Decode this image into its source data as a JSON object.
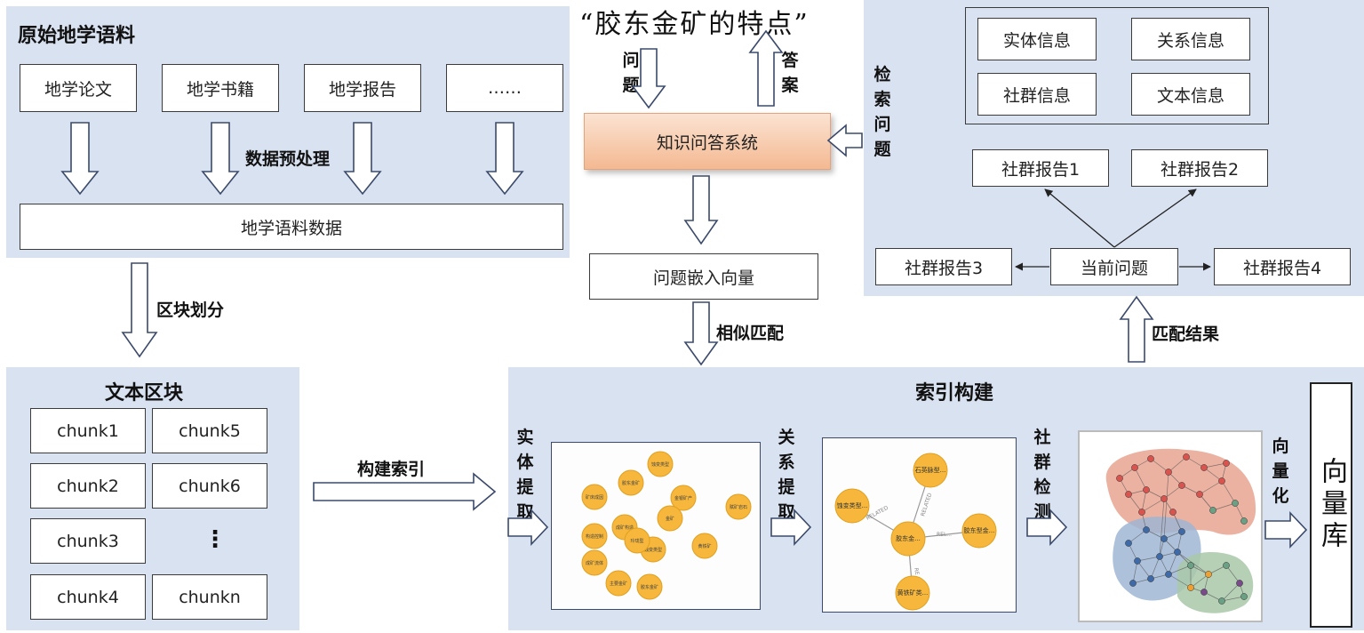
{
  "corpus": {
    "title": "原始地学语料",
    "sources": [
      "地学论文",
      "地学书籍",
      "地学报告",
      "……"
    ],
    "preprocess_label": "数据预处理",
    "data_label": "地学语料数据"
  },
  "chunking_label": "区块划分",
  "text_blocks": {
    "title": "文本区块",
    "chunks": [
      "chunk1",
      "chunk5",
      "chunk2",
      "chunk6",
      "chunk3",
      "⋮",
      "chunk4",
      "chunkn"
    ]
  },
  "build_index_label": "构建索引",
  "query": {
    "question_text": "“胶东金矿的特点”",
    "question_label": "问题",
    "answer_label": "答案",
    "qa_system": "知识问答系统",
    "embedding": "问题嵌入向量",
    "similar_match": "相似匹配"
  },
  "retrieval": {
    "search_label": "检索问题",
    "info": [
      "实体信息",
      "关系信息",
      "社群信息",
      "文本信息"
    ],
    "reports": [
      "社群报告1",
      "社群报告2",
      "社群报告3",
      "社群报告4"
    ],
    "current_question": "当前问题",
    "match_result": "匹配结果"
  },
  "index": {
    "title": "索引构建",
    "entity_extract": "实体提取",
    "relation_extract": "关系提取",
    "community_detect": "社群检测",
    "vectorize": "向量化",
    "vector_db": "向量库"
  },
  "entity_graph": {
    "nodes": [
      "蚀变类型",
      "胶东金矿",
      "金银矿产",
      "赋矿岩石",
      "矿床成因",
      "成矿构造",
      "金矿",
      "构造控制",
      "蚀变类型",
      "黄铁矿",
      "成矿流体",
      "胶东金矿",
      "主要金矿",
      "玲珑型"
    ]
  },
  "relation_graph": {
    "nodes": [
      "石英脉型...",
      "蚀变类型...",
      "胶东金...",
      "胶东型金...",
      "黄铁矿类..."
    ],
    "edges": [
      "RELATED",
      "RELATED",
      "REL...",
      "RE"
    ]
  },
  "colors": {
    "panel": "#d9e2f1",
    "node": "#f6b73c",
    "community_red": "#e8a390",
    "community_blue": "#9fb6d3",
    "community_green": "#a9c8a8"
  }
}
